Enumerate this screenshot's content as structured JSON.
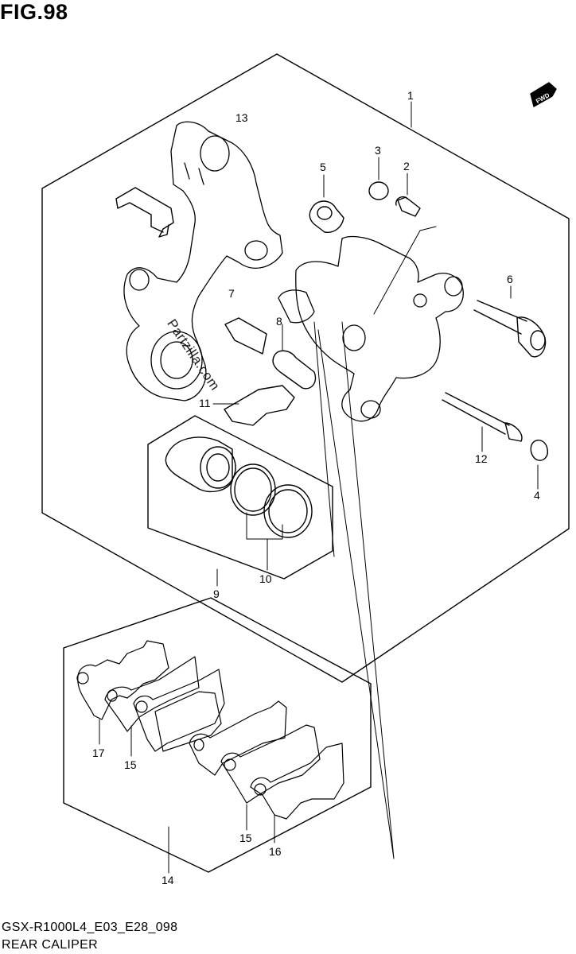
{
  "figure": {
    "title": "FIG.98",
    "direction_badge": "FWD",
    "watermark": "Partzilla.com"
  },
  "callouts": [
    "1",
    "2",
    "3",
    "4",
    "5",
    "6",
    "7",
    "8",
    "9",
    "10",
    "11",
    "12",
    "13",
    "14",
    "15",
    "15",
    "16",
    "17"
  ],
  "footer": {
    "model_code": "GSX-R1000L4_E03_E28_098",
    "section_name": "REAR CALIPER"
  }
}
